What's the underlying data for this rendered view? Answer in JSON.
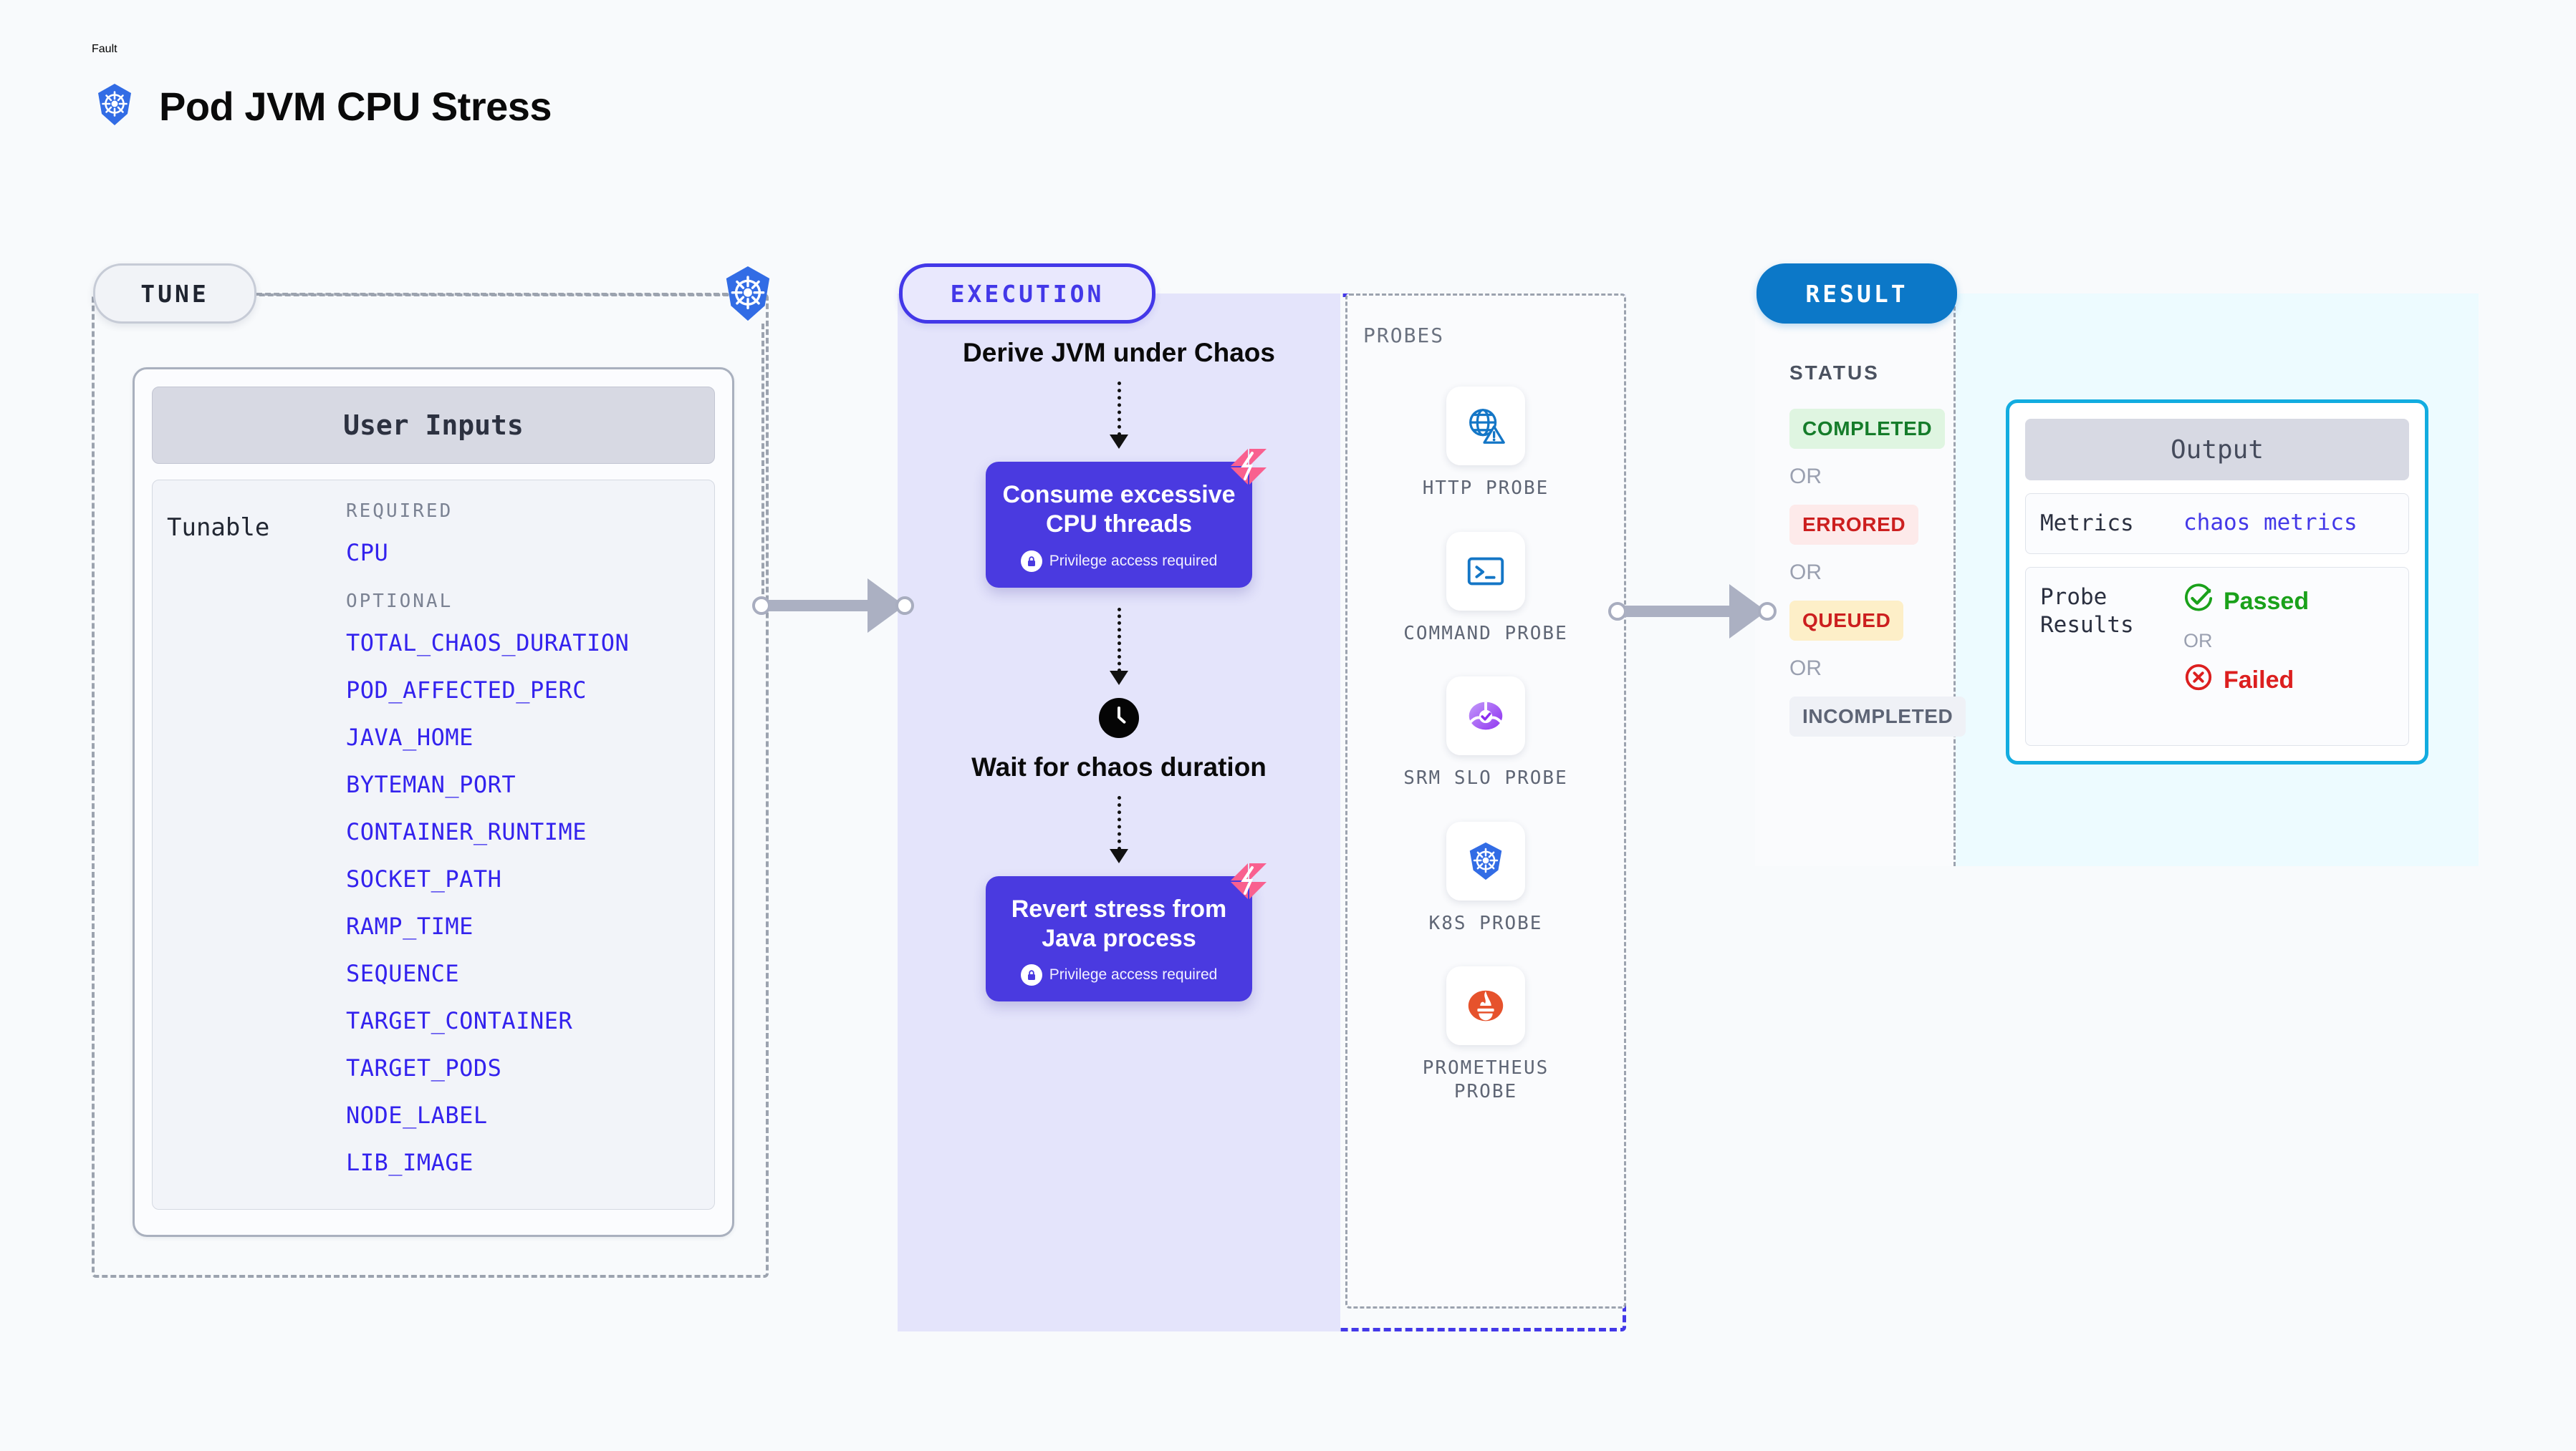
{
  "header": {
    "eyebrow": "Fault",
    "title": "Pod JVM CPU Stress",
    "icon": "kubernetes-icon"
  },
  "tune": {
    "badge": "TUNE",
    "node_icon": "kubernetes-icon",
    "user_inputs": {
      "header": "User Inputs",
      "row_label": "Tunable",
      "required_label": "REQUIRED",
      "required": [
        "CPU"
      ],
      "optional_label": "OPTIONAL",
      "optional": [
        "TOTAL_CHAOS_DURATION",
        "POD_AFFECTED_PERC",
        "JAVA_HOME",
        "BYTEMAN_PORT",
        "CONTAINER_RUNTIME",
        "SOCKET_PATH",
        "RAMP_TIME",
        "SEQUENCE",
        "TARGET_CONTAINER",
        "TARGET_PODS",
        "NODE_LABEL",
        "LIB_IMAGE"
      ]
    }
  },
  "execution": {
    "badge": "EXECUTION",
    "steps": [
      {
        "type": "text",
        "label": "Derive JVM under Chaos"
      },
      {
        "type": "node",
        "label": "Consume excessive CPU threads",
        "note": "Privilege access required",
        "icon": "lock-icon",
        "flag": "harness-flag-icon"
      },
      {
        "type": "text",
        "label": "Wait for chaos duration",
        "icon": "clock-icon"
      },
      {
        "type": "node",
        "label": "Revert stress from Java process",
        "note": "Privilege access required",
        "icon": "lock-icon",
        "flag": "harness-flag-icon"
      }
    ]
  },
  "probes": {
    "label": "PROBES",
    "items": [
      {
        "name": "HTTP PROBE",
        "icon": "globe-warning-icon"
      },
      {
        "name": "COMMAND PROBE",
        "icon": "terminal-icon"
      },
      {
        "name": "SRM SLO PROBE",
        "icon": "srm-slo-icon"
      },
      {
        "name": "K8S PROBE",
        "icon": "kubernetes-icon"
      },
      {
        "name": "PROMETHEUS PROBE",
        "icon": "prometheus-icon"
      }
    ]
  },
  "result": {
    "badge": "RESULT",
    "status_heading": "STATUS",
    "or_label": "OR",
    "statuses": [
      {
        "label": "COMPLETED",
        "tone": "green"
      },
      {
        "label": "ERRORED",
        "tone": "red"
      },
      {
        "label": "QUEUED",
        "tone": "amber"
      },
      {
        "label": "INCOMPLETED",
        "tone": "gray"
      }
    ],
    "output": {
      "header": "Output",
      "metrics_label": "Metrics",
      "metrics_value": "chaos metrics",
      "probe_results_label": "Probe Results",
      "passed_label": "Passed",
      "failed_label": "Failed",
      "or_label": "OR",
      "passed_icon": "check-circle-icon",
      "failed_icon": "x-circle-icon"
    }
  },
  "colors": {
    "accent_purple": "#4338e8",
    "node_purple": "#4a3ae0",
    "result_blue": "#0c78c8",
    "output_cyan": "#12ace0",
    "k8s_blue": "#326ce5",
    "param_blue": "#3322ee",
    "flag_pink": "#f9608f",
    "pass_green": "#1aa11a",
    "fail_red": "#dc1f1f"
  }
}
